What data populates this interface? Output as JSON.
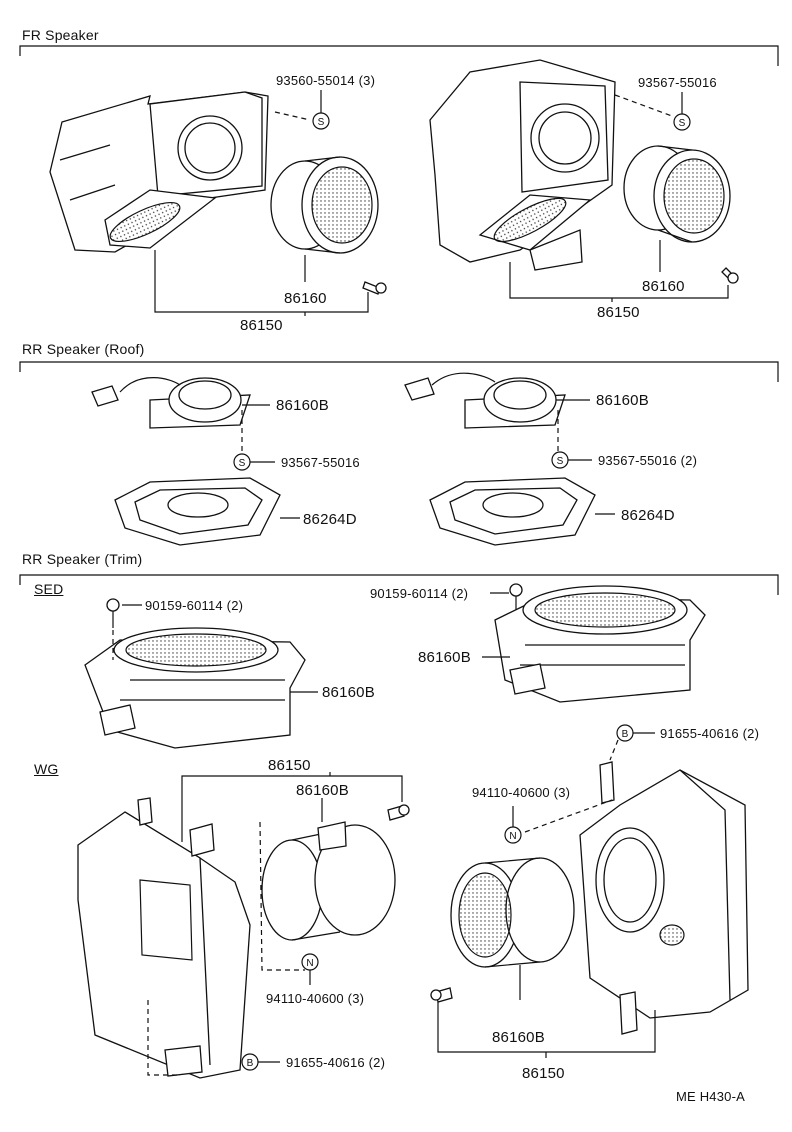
{
  "sections": {
    "fr": {
      "title": "FR Speaker"
    },
    "rr_roof": {
      "title": "RR Speaker (Roof)"
    },
    "rr_trim": {
      "title": "RR Speaker (Trim)"
    }
  },
  "sub_labels": {
    "sed": "SED",
    "wg": "WG"
  },
  "symbols": {
    "s": "S",
    "n": "N",
    "b": "B"
  },
  "callouts": {
    "fr_left_screw": "93560-55014 (3)",
    "fr_left_speaker": "86160",
    "fr_left_assy": "86150",
    "fr_right_screw": "93567-55016",
    "fr_right_speaker": "86160",
    "fr_right_assy": "86150",
    "roof_left_speaker": "86160B",
    "roof_left_screw": "93567-55016",
    "roof_left_grille": "86264D",
    "roof_right_speaker": "86160B",
    "roof_right_screw": "93567-55016 (2)",
    "roof_right_grille": "86264D",
    "sed_left_bolt": "90159-60114 (2)",
    "sed_left_speaker": "86160B",
    "sed_right_bolt": "90159-60114 (2)",
    "sed_right_speaker": "86160B",
    "wg_left_assy": "86150",
    "wg_left_speaker": "86160B",
    "wg_left_nut": "94110-40600 (3)",
    "wg_left_bolt": "91655-40616 (2)",
    "wg_right_bolt": "91655-40616 (2)",
    "wg_right_nut": "94110-40600 (3)",
    "wg_right_speaker": "86160B",
    "wg_right_assy": "86150"
  },
  "footer": {
    "code": "ME  H430-A"
  }
}
